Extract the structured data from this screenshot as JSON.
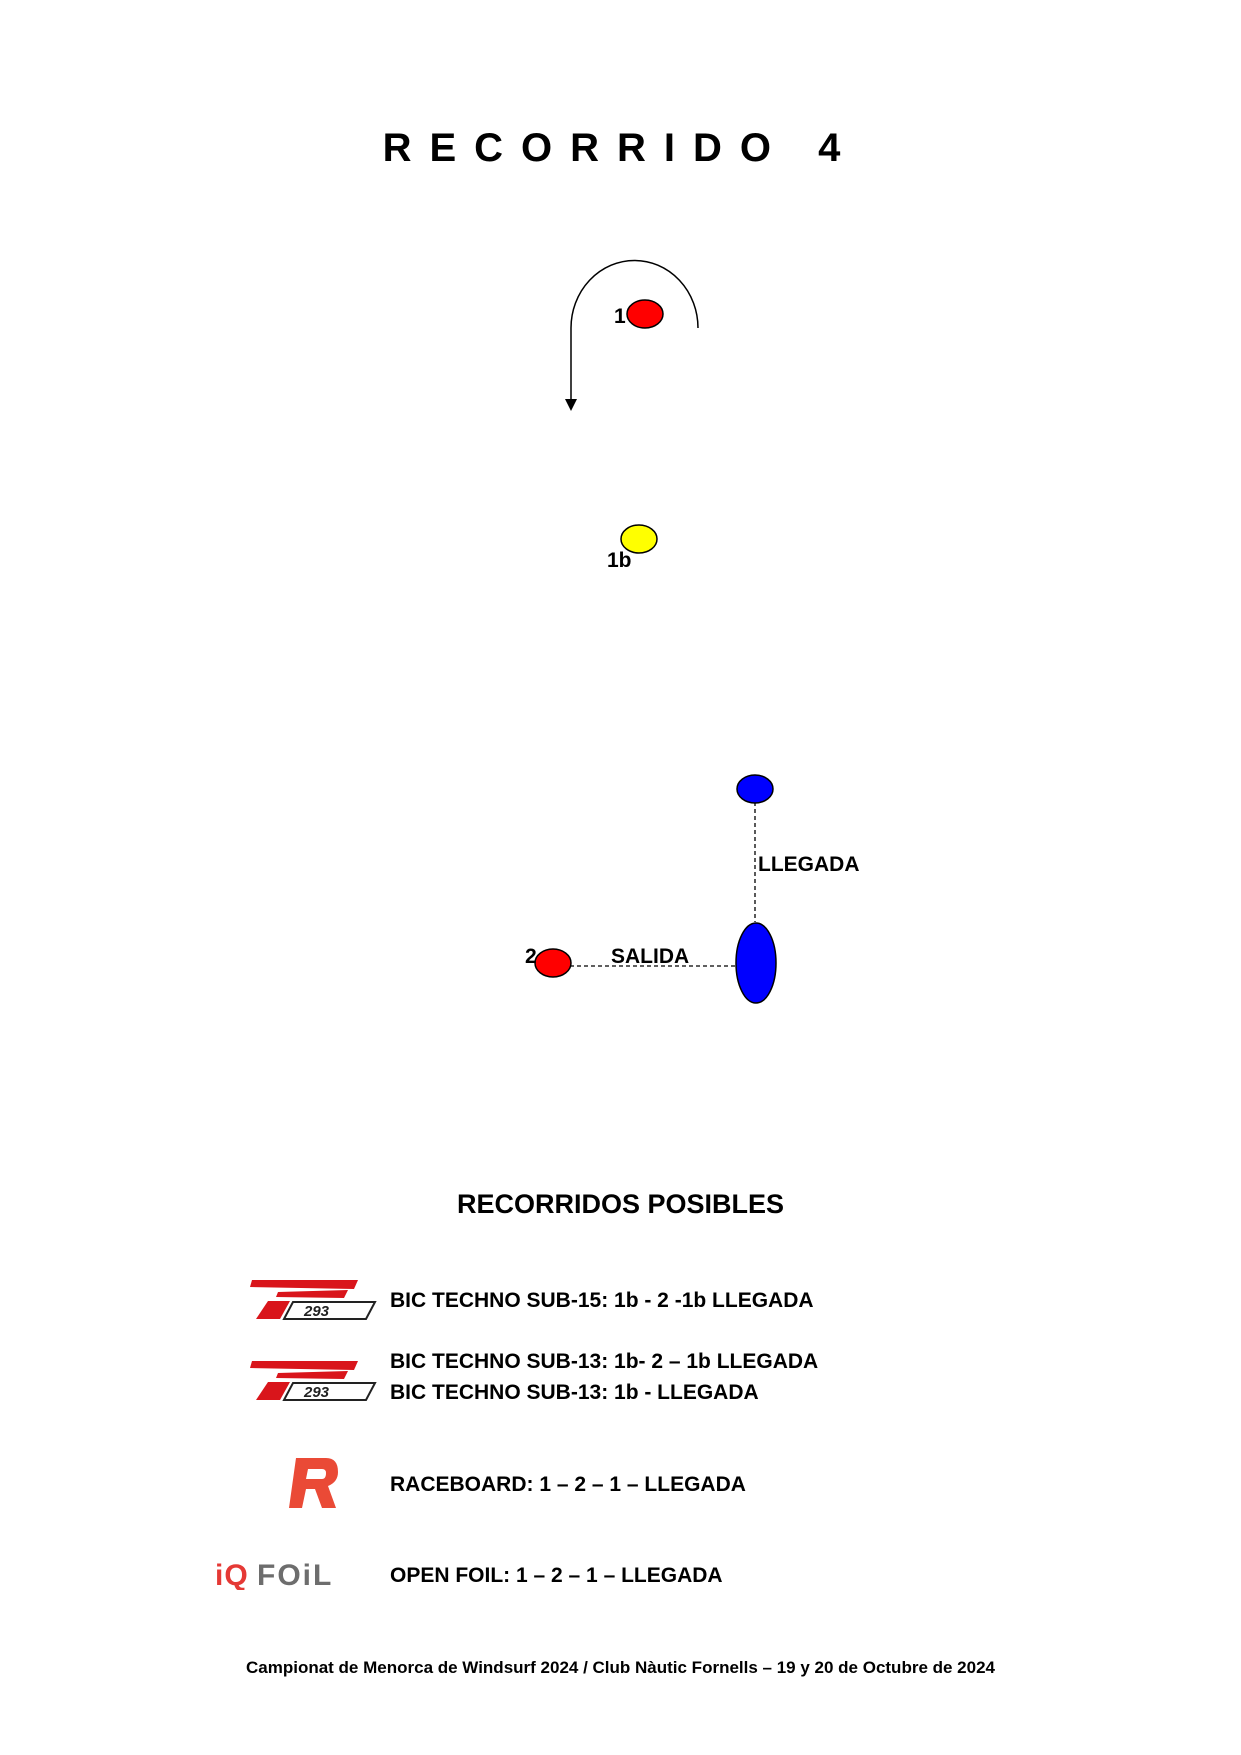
{
  "title": "RECORRIDO 4",
  "diagram": {
    "marks": [
      {
        "label": "1",
        "color": "#ff0000"
      },
      {
        "label": "1b",
        "color": "#ffff00"
      },
      {
        "label": "2",
        "color": "#ff0000"
      }
    ],
    "finish_color": "#0000ff",
    "finish_label": "LLEGADA",
    "start_label": "SALIDA"
  },
  "heading": "RECORRIDOS POSIBLES",
  "courses": [
    {
      "logo": "T293",
      "lines": [
        "BIC TECHNO SUB-15: 1b - 2 -1b LLEGADA"
      ]
    },
    {
      "logo": "T293",
      "lines": [
        "BIC TECHNO SUB-13: 1b- 2 – 1b  LLEGADA",
        "BIC TECHNO SUB-13: 1b - LLEGADA"
      ]
    },
    {
      "logo": "R",
      "lines": [
        "RACEBOARD: 1 – 2 – 1 –  LLEGADA"
      ]
    },
    {
      "logo": "iQFOiL",
      "lines": [
        "OPEN FOIL: 1 – 2 – 1 –  LLEGADA"
      ]
    }
  ],
  "footer": "Campionat de Menorca de Windsurf 2024 / Club Nàutic Fornells – 19 y 20 de Octubre de 2024"
}
